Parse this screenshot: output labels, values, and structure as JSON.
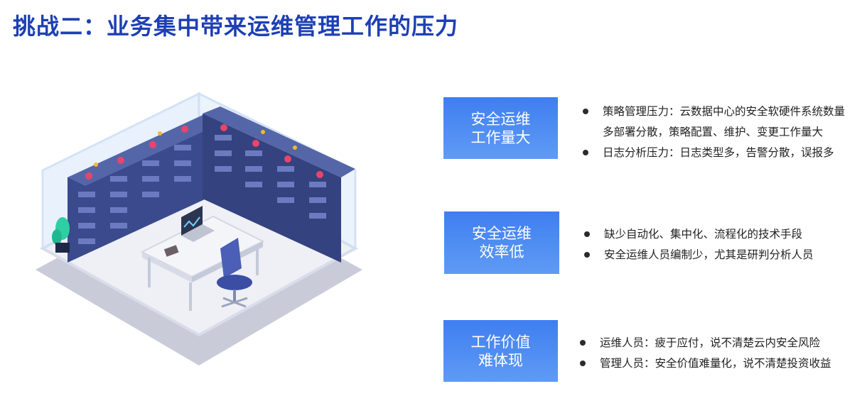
{
  "title": "挑战二：业务集中带来运维管理工作的压力",
  "colors": {
    "title": "#1d3fb5",
    "box_top": "#3f7ef0",
    "box_bottom": "#5f9bf5",
    "rack": "#3b4a8c"
  },
  "sections": [
    {
      "label_line1": "安全运维",
      "label_line2": "工作量大",
      "bullets": [
        "策略管理压力：云数据中心的安全软硬件系统数量多部署分散，策略配置、维护、变更工作量大",
        "日志分析压力：日志类型多，告警分散，误报多"
      ]
    },
    {
      "label_line1": "安全运维",
      "label_line2": "效率低",
      "bullets": [
        "缺少自动化、集中化、流程化的技术手段",
        "安全运维人员编制少，尤其是研判分析人员"
      ]
    },
    {
      "label_line1": "工作价值",
      "label_line2": "难体现",
      "bullets": [
        "运维人员：疲于应付，说不清楚云内安全风险",
        "管理人员：安全价值难量化，说不清楚投资收益"
      ]
    }
  ]
}
